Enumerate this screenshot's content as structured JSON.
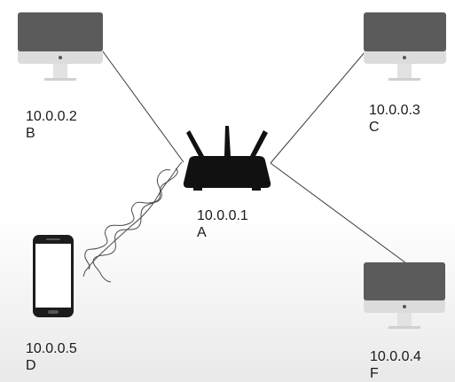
{
  "nodes": {
    "router": {
      "ip": "10.0.0.1",
      "label": "A",
      "icon": "wifi-router-icon"
    },
    "pc_b": {
      "ip": "10.0.0.2",
      "label": "B",
      "icon": "desktop-computer-icon"
    },
    "pc_c": {
      "ip": "10.0.0.3",
      "label": "C",
      "icon": "desktop-computer-icon"
    },
    "pc_f": {
      "ip": "10.0.0.4",
      "label": "F",
      "icon": "desktop-computer-icon"
    },
    "phone_d": {
      "ip": "10.0.0.5",
      "label": "D",
      "icon": "smartphone-icon"
    }
  },
  "links": [
    {
      "from": "B",
      "to": "A",
      "medium": "wired"
    },
    {
      "from": "C",
      "to": "A",
      "medium": "wired"
    },
    {
      "from": "F",
      "to": "A",
      "medium": "wired"
    },
    {
      "from": "D",
      "to": "A",
      "medium": "wireless"
    }
  ],
  "colors": {
    "monitor_screen": "#5b5b5b",
    "monitor_bezel": "#dcdcdc",
    "monitor_stand": "#e2e2e2",
    "router_body": "#111111",
    "phone_body": "#1c1c1c",
    "phone_screen": "#ffffff",
    "link_line": "#3a3a3a"
  }
}
